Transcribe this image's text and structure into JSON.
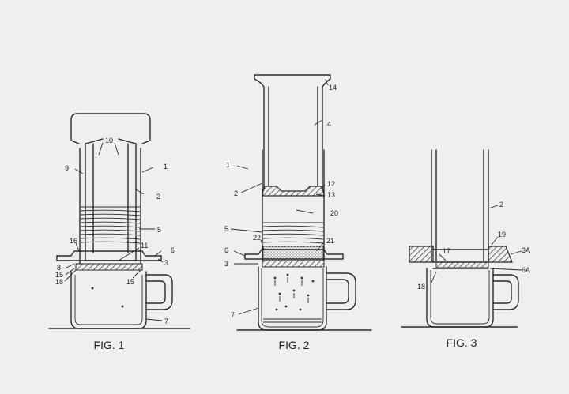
{
  "figures": [
    {
      "caption": "FIG. 1",
      "labels": [
        "10",
        "1",
        "9",
        "2",
        "5",
        "16",
        "6",
        "11",
        "8",
        "15",
        "18",
        "3",
        "15",
        "7"
      ]
    },
    {
      "caption": "FIG. 2",
      "labels": [
        "14",
        "4",
        "1",
        "12",
        "2",
        "13",
        "20",
        "5",
        "22",
        "21",
        "6",
        "3",
        "7"
      ]
    },
    {
      "caption": "FIG. 3",
      "labels": [
        "2",
        "17",
        "19",
        "3A",
        "6A",
        "18"
      ]
    }
  ],
  "colors": {
    "paper": "#efefed",
    "ink": "#2b2b2b"
  }
}
